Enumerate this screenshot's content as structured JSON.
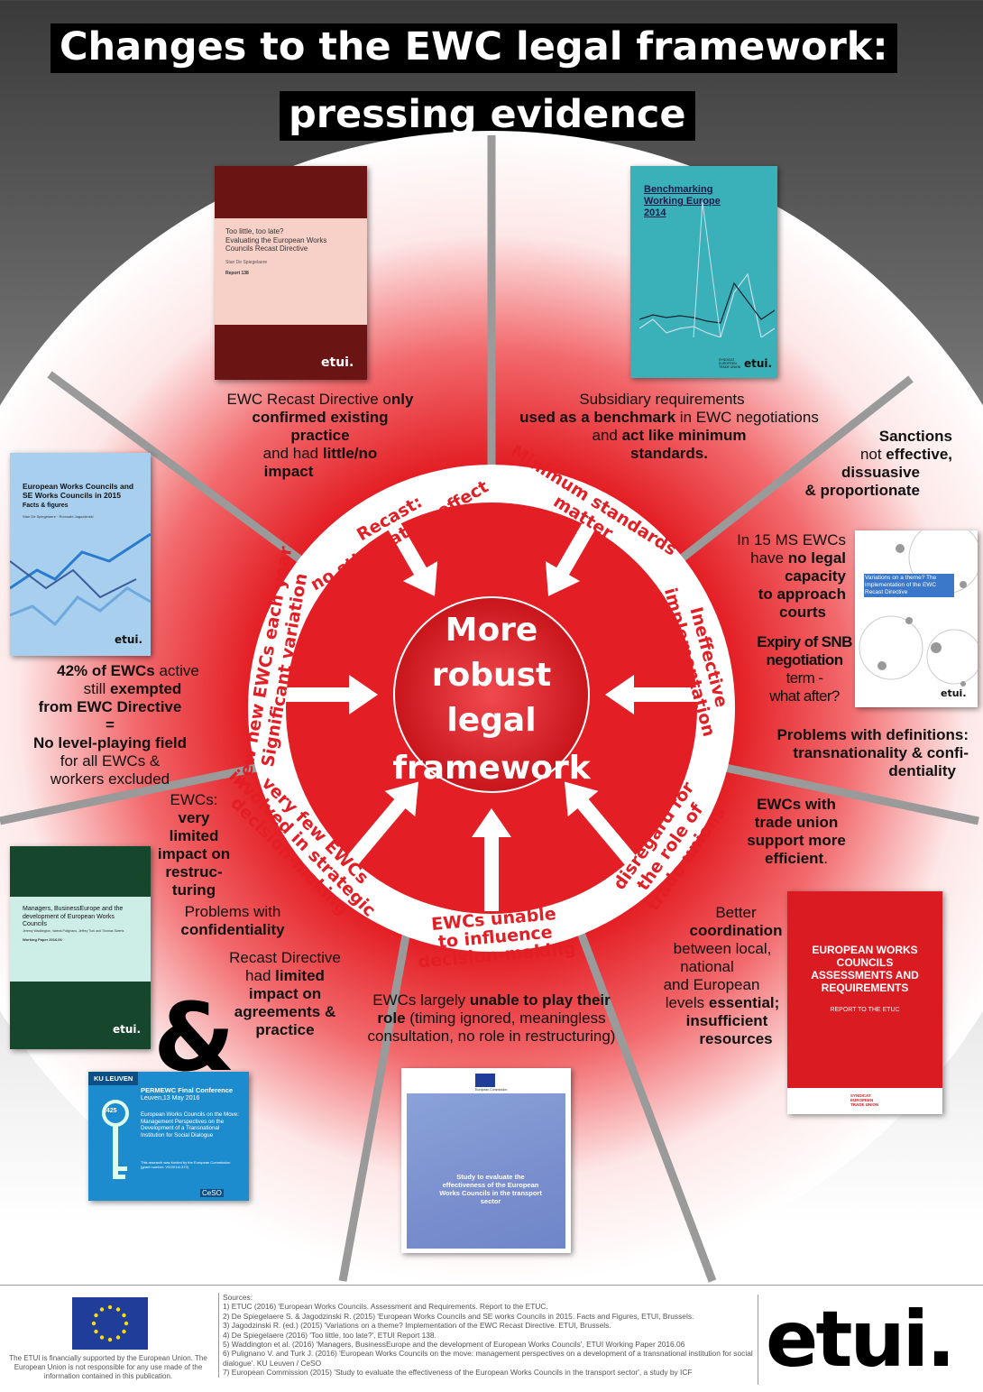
{
  "title": {
    "line1": "Changes to the EWC legal framework:",
    "line2": "pressing evidence"
  },
  "center": {
    "lines": [
      "More",
      "robust",
      "legal",
      "framework"
    ]
  },
  "ring_labels": [
    {
      "id": "recast",
      "lines": [
        "Recast:",
        "no stimulating effect"
      ]
    },
    {
      "id": "minimum",
      "lines": [
        "Minimum standards",
        "matter"
      ]
    },
    {
      "id": "ineffective",
      "lines": [
        "Ineffective",
        "implementation"
      ]
    },
    {
      "id": "disregard",
      "lines": [
        "disregard for",
        "the role of",
        "trade unions"
      ]
    },
    {
      "id": "unable",
      "lines": [
        "EWCs unable",
        "to influence",
        "decision-making"
      ]
    },
    {
      "id": "veryfew",
      "lines": [
        "very few EWCs",
        "involved in strategic",
        "decision-making"
      ]
    },
    {
      "id": "fewnew",
      "lines": [
        "Few new EWCs each year",
        "Significant variation"
      ]
    }
  ],
  "texts": {
    "recast_a": "EWC Recast Directive o",
    "recast_b": "nly",
    "recast_c": "confirmed existing",
    "recast_d": "practice",
    "recast_e": "and had ",
    "recast_f": "little/no",
    "recast_g": "impact",
    "sub_a": "Subsidiary requirements",
    "sub_b": "used as a benchmark",
    "sub_c": " in EWC negotiations",
    "sub_d": "and ",
    "sub_e": "act like minimum",
    "sub_f": "standards.",
    "sanc_a": "Sanctions",
    "sanc_b": "not ",
    "sanc_c": "effective,",
    "sanc_d": "dissuasive",
    "sanc_e": "& proportionate",
    "ms_a": "In 15 MS EWCs",
    "ms_b": "have ",
    "ms_c": "no legal",
    "ms_d": "capacity",
    "ms_e": "to approach",
    "ms_f": "courts",
    "snb_a": "Expiry of SNB",
    "snb_b": "negotiation",
    "snb_c": "term -",
    "snb_d": "what after?",
    "def_a": "Problems with definitions:",
    "def_b": "transnationality & confi-",
    "def_c": "dentiality",
    "tu_a": "EWCs with",
    "tu_b": "trade union",
    "tu_c": "support more",
    "tu_d": "efficient",
    "tu_e": ".",
    "coord_a": "Better",
    "coord_b": "coordination",
    "coord_c": "between local,",
    "coord_d": "national",
    "coord_e": "and European",
    "coord_f": "levels ",
    "coord_g": "essential;",
    "coord_h": "insufficient",
    "coord_i": "resources",
    "role_a": "EWCs largely ",
    "role_b": "unable to play their",
    "role_c": "role",
    "role_d": " (timing ignored, meaningless",
    "role_e": "consultation, no role in restructuring)",
    "lim_a": "Recast Directive",
    "lim_b": "had ",
    "lim_c": "limited",
    "lim_d": "impact on",
    "lim_e": "agreements &",
    "lim_f": "practice",
    "conf_a": "Problems with",
    "conf_b": "confidentiality",
    "restr_a": "EWCs:",
    "restr_b": "very",
    "restr_c": "limited",
    "restr_d": "impact on",
    "restr_e": "restruc-",
    "restr_f": "turing",
    "pct_a": "42% of EWCs",
    "pct_b": " active",
    "pct_c": "still ",
    "pct_d": "exempted",
    "pct_e": "from EWC Directive",
    "pct_f": "=",
    "pct_g": "No level-playing field",
    "pct_h": "for all EWCs &",
    "pct_i": "workers excluded"
  },
  "ampersand": "&",
  "covers": {
    "c1": {
      "title": "Too little, too late?",
      "subtitle": "Evaluating the European Works Councils Recast Directive",
      "author": "Stan De Spiegelaere",
      "report": "Report 138",
      "brand": "etui."
    },
    "c2": {
      "title": "Benchmarking Working Europe 2014",
      "brand": "etui.",
      "syndicat": "SYNDICAT EUROPEEN TRADE UNION"
    },
    "c3": {
      "title": "European Works Councils and SE Works Councils in 2015",
      "subtitle": "Facts & figures",
      "author": "Stan De Spiegelaere · Romuald Jagodzinski",
      "brand": "etui."
    },
    "c4": {
      "title": "Variations on a theme? The implementation of the EWC Recast Directive",
      "brand": "etui."
    },
    "c5": {
      "title": "Managers, BusinessEurope and the development of European Works Councils",
      "author": "Jeremy Waddington, Valeria Pulignano, Jeffrey Turk and Thomas Swerts",
      "series": "Working Paper 2016.06",
      "brand": "etui."
    },
    "c6": {
      "institution": "KU LEUVEN",
      "title": "PERMEWC Final Conference",
      "date": "Leuven,13 May 2016",
      "body": "European Works Councils on the Move: Management Perspectives on the Development of a Transnational Institution for Social Dialogue",
      "note": "This research was funded by the European Commission (grant number: VS/2014/-372)",
      "key": "1425",
      "ceso": "CeSO"
    },
    "c7": {
      "title": "Study to evaluate the effectiveness of the European Works Councils in the transport sector",
      "ec": "European Commission"
    },
    "c8": {
      "title": "EUROPEAN WORKS COUNCILS ASSESSMENTS AND REQUIREMENTS",
      "subtitle": "REPORT TO THE ETUC",
      "syndicat": "SYNDICAT EUROPEEN TRADE UNION"
    }
  },
  "footer": {
    "funding": "The ETUI is financially supported by the European Union. The European Union is not responsible for any use made of the information contained in this publication.",
    "sources_title": "Sources:",
    "sources": [
      "1) ETUC (2016) 'European Works Councils. Assessment and Requirements. Report to the ETUC.",
      "2) De Spiegelaere S. & Jagodzinski R. (2015) 'European Works Councils and SE works Councils in 2015. Facts and Figures, ETUI, Brussels.",
      "3) Jagodzinski R. (ed.) (2015) 'Variations on a theme? Implementation of the EWC Recast Directive. ETUI, Brussels.",
      "4) De Spiegelaere (2016) 'Too little, too late?', ETUI Report 138.",
      "5)  Waddington et al. (2016) 'Managers, BusinessEurope and the development of European Works Councils', ETUI Working Paper 2016.06",
      "6) Pulignano V. and Turk J. (2016) 'European Works Councils on the move: management perspectives on a development of a transnational institution for social dialogue'. KU Leuven / CeSO",
      "7) European Commission (2015) 'Study to evaluate the effectiveness of the European Works Councils in the transport sector', a study by ICF"
    ],
    "logo": "etui."
  },
  "colors": {
    "red": "#e31e24",
    "dark_red": "#c8141b",
    "ring": "#ffffff",
    "spoke": "#999999"
  }
}
